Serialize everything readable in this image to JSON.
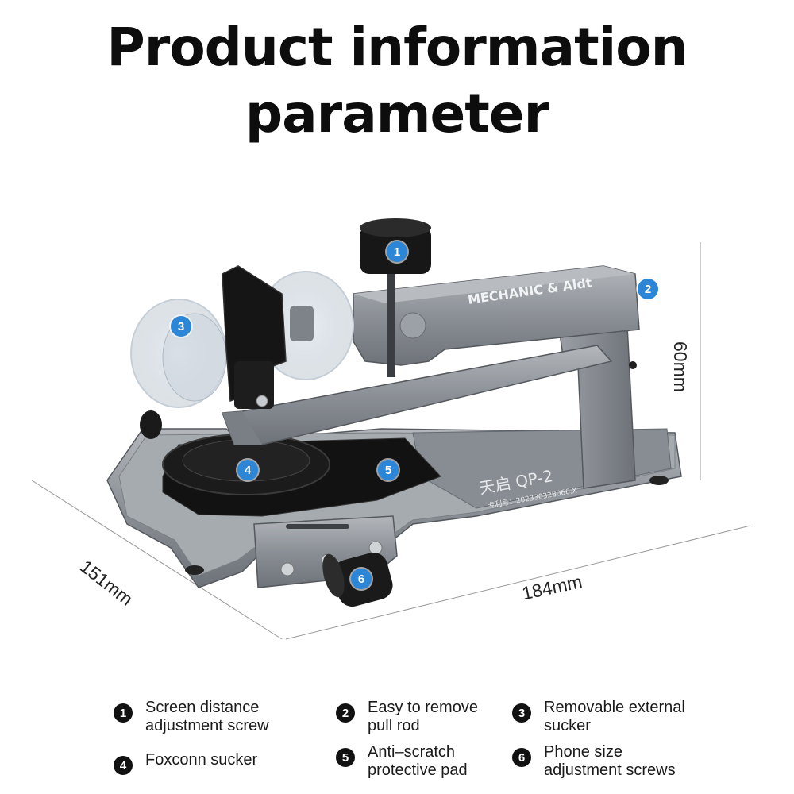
{
  "title": {
    "line1": "Product information",
    "line2": "parameter"
  },
  "dimensions": {
    "height": "60mm",
    "depth": "151mm",
    "width": "184mm"
  },
  "product_engraving": {
    "brand": "MECHANIC & Aldt",
    "model": "天启 QP-2",
    "patent": "专利号：202330328066.X"
  },
  "markers": [
    "1",
    "2",
    "3",
    "4",
    "5",
    "6"
  ],
  "legend": [
    {
      "num": "1",
      "text": "Screen distance\nadjustment screw"
    },
    {
      "num": "2",
      "text": "Easy to remove\npull rod"
    },
    {
      "num": "3",
      "text": "Removable external\nsucker"
    },
    {
      "num": "4",
      "text": "Foxconn sucker"
    },
    {
      "num": "5",
      "text": "Anti–scratch\nprotective pad"
    },
    {
      "num": "6",
      "text": "Phone size\nadjustment screws"
    }
  ],
  "colors": {
    "marker": "#2c86d8",
    "metal": "#8e9399",
    "dark_metal": "#5f646a",
    "pad": "#111111"
  }
}
